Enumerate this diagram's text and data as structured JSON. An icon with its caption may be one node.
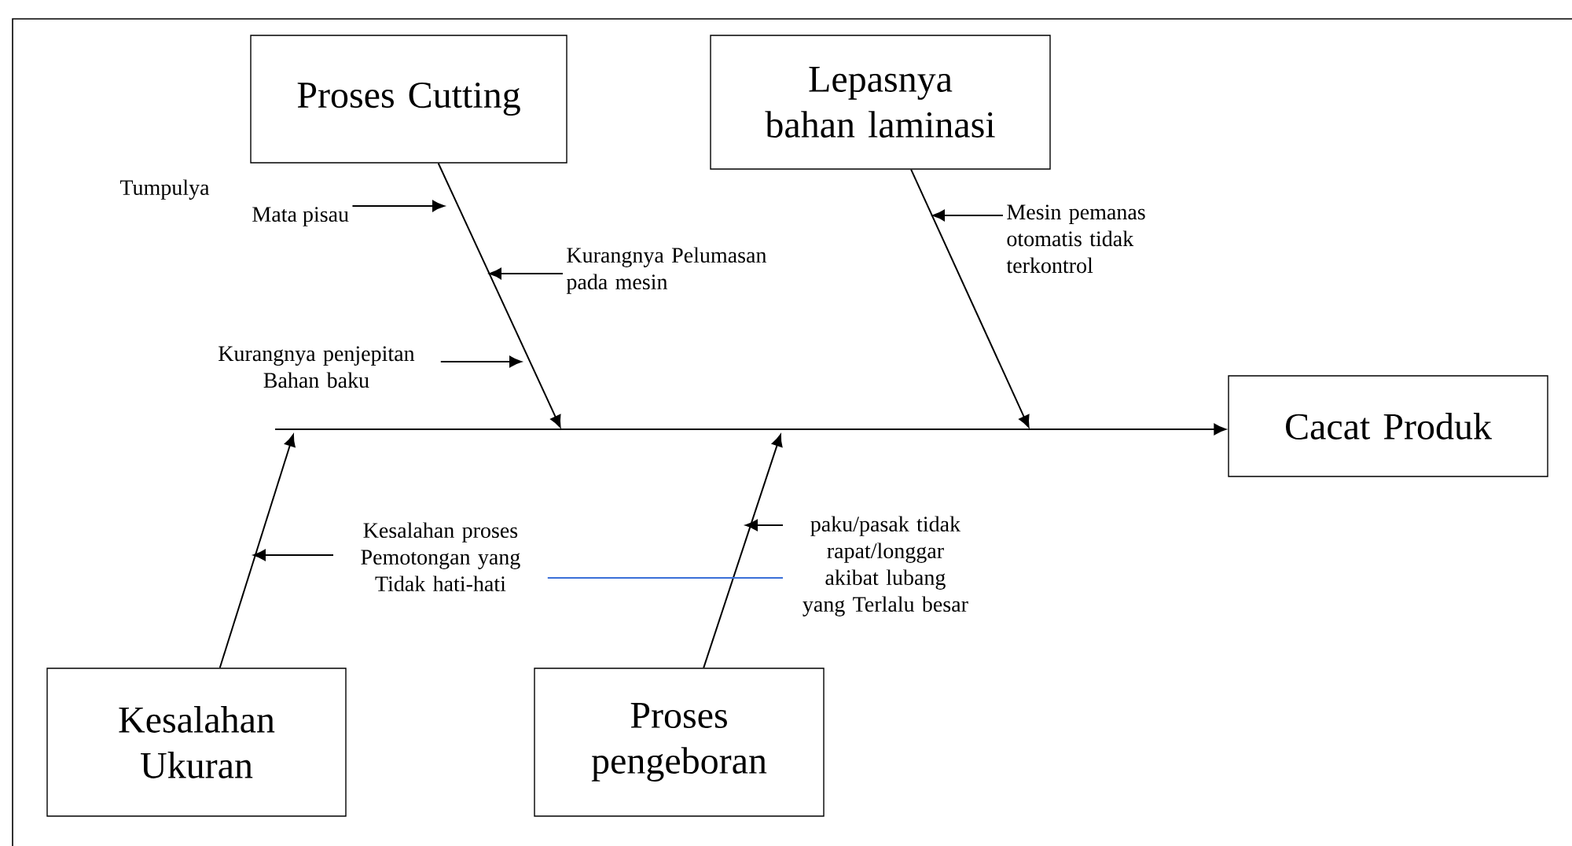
{
  "diagram": {
    "nodes": [
      {
        "text": [
          "Proses Cutting"
        ]
      },
      {
        "text": [
          "Lepasnya bahan laminasi"
        ]
      },
      {
        "text": [
          "Cacat Produk"
        ]
      },
      {
        "text": [
          "Kesalahan Ukuran"
        ]
      },
      {
        "text": [
          "Proses pengeboran"
        ]
      },
      {
        "text": [
          "Tumpulya",
          "Mata pisau"
        ]
      },
      {
        "text": [
          "Kurangnya Pelumasan pada mesin"
        ]
      },
      {
        "text": [
          "Kurangnya penjepitan Bahan baku"
        ]
      },
      {
        "text": [
          "Mesin pemanas otomatis tidak terkontrol"
        ]
      },
      {
        "text": [
          "Kesalahan proses Pemotongan yang Tidak hati-hati"
        ]
      },
      {
        "text": [
          "paku/pasak tidak rapat/longgar akibat lubang yang Terlalu besar"
        ]
      }
    ],
    "edges": [
      {
        "from": null,
        "to": 2,
        "arrow": "to"
      },
      {
        "from": 0,
        "to": null,
        "arrow": "to"
      },
      {
        "from": 1,
        "to": null,
        "arrow": "to"
      },
      {
        "from": 3,
        "to": null,
        "arrow": "to"
      },
      {
        "from": 4,
        "to": null,
        "arrow": "to"
      },
      {
        "from": 5,
        "to": null,
        "arrow": "to"
      },
      {
        "from": 6,
        "to": null,
        "arrow": "to"
      },
      {
        "from": 7,
        "to": null,
        "arrow": "to"
      },
      {
        "from": 8,
        "to": null,
        "arrow": "to"
      },
      {
        "from": 9,
        "to": null,
        "arrow": "to"
      },
      {
        "from": 10,
        "to": null,
        "arrow": "to"
      },
      {
        "from": 9,
        "to": 10,
        "arrow": "none",
        "color": "#3a6fd8"
      }
    ]
  }
}
